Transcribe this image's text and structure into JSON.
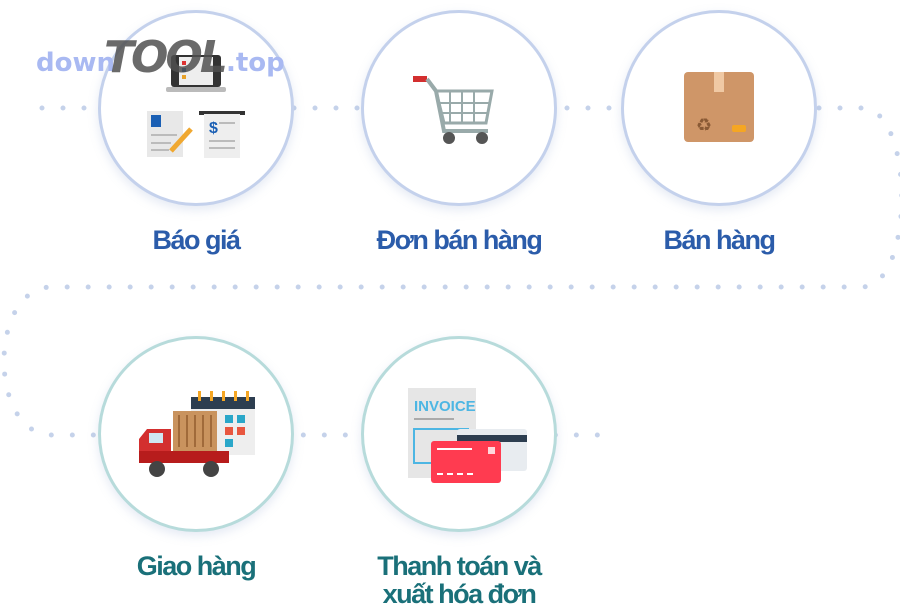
{
  "watermark": {
    "part1": "down",
    "part2": "TOOL",
    "part3": ".top"
  },
  "steps": [
    {
      "label": "Báo giá",
      "icon": "quotation-icon"
    },
    {
      "label": "Đơn bán hàng",
      "icon": "shopping-cart-icon"
    },
    {
      "label": "Bán hàng",
      "icon": "package-box-icon"
    },
    {
      "label": "Giao hàng",
      "icon": "delivery-truck-icon"
    },
    {
      "label": "Thanh toán và xuất hóa đơn",
      "icon": "invoice-card-icon",
      "icon_text": "INVOICE"
    }
  ],
  "colors": {
    "blue": "#2b5caa",
    "teal": "#1a7079",
    "dots": "#c5d2ea"
  }
}
